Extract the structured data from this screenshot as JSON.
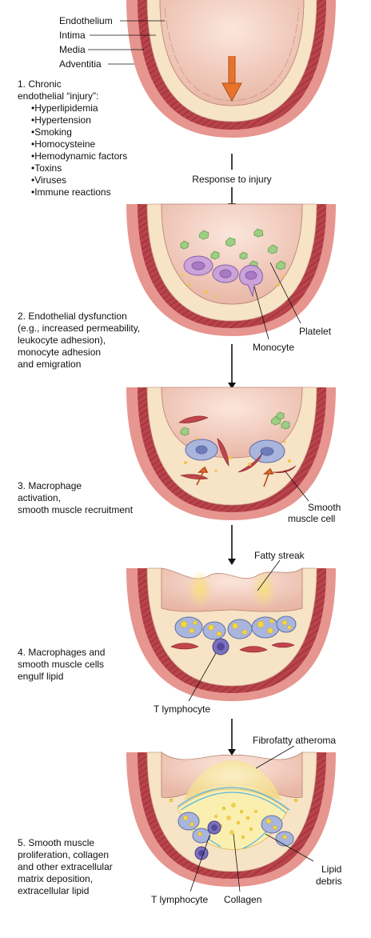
{
  "layers": {
    "endothelium": "Endothelium",
    "intima": "Intima",
    "media": "Media",
    "adventitia": "Adventitia"
  },
  "steps": [
    {
      "lines": [
        "1. Chronic",
        "endothelial “injury”:"
      ],
      "bullets": [
        "Hyperlipidemia",
        "Hypertension",
        "Smoking",
        "Homocysteine",
        "Hemodynamic factors",
        "Toxins",
        "Viruses",
        "Immune reactions"
      ]
    },
    {
      "lines": [
        "2. Endothelial dysfunction",
        "(e.g., increased permeability,",
        "leukocyte adhesion),",
        "monocyte adhesion",
        "and emigration"
      ]
    },
    {
      "lines": [
        "3. Macrophage",
        "activation,",
        "smooth muscle recruitment"
      ]
    },
    {
      "lines": [
        "4. Macrophages and",
        "smooth muscle cells",
        "engulf lipid"
      ]
    },
    {
      "lines": [
        "5. Smooth muscle",
        "proliferation, collagen",
        "and other extracellular",
        "matrix deposition,",
        "extracellular lipid"
      ]
    }
  ],
  "transition": "Response to injury",
  "callouts": {
    "platelet": "Platelet",
    "monocyte": "Monocyte",
    "smooth_muscle_cell_1": "Smooth",
    "smooth_muscle_cell_2": "muscle cell",
    "fatty_streak": "Fatty streak",
    "t_lymphocyte_4": "T lymphocyte",
    "fibrofatty_atheroma": "Fibrofatty atheroma",
    "lipid_debris_1": "Lipid",
    "lipid_debris_2": "debris",
    "t_lymphocyte_5": "T lymphocyte",
    "collagen": "Collagen"
  },
  "colors": {
    "adventitia": "#e7958f",
    "media": "#b8434a",
    "media_fiber": "#7d1f28",
    "intima": "#f7e3c5",
    "endothelium": "#f4dbc2",
    "lumen": "#f3d1c2",
    "arrow_orange": "#e9732b",
    "platelet": "#9ccf83",
    "monocyte": "#c9a3d9",
    "macrophage": "#a9b5dc",
    "lipid": "#f5d63f",
    "lymphocyte": "#7b72be",
    "collagen": "#5ab6e0",
    "fatty_streak": "#f8e7a0"
  }
}
